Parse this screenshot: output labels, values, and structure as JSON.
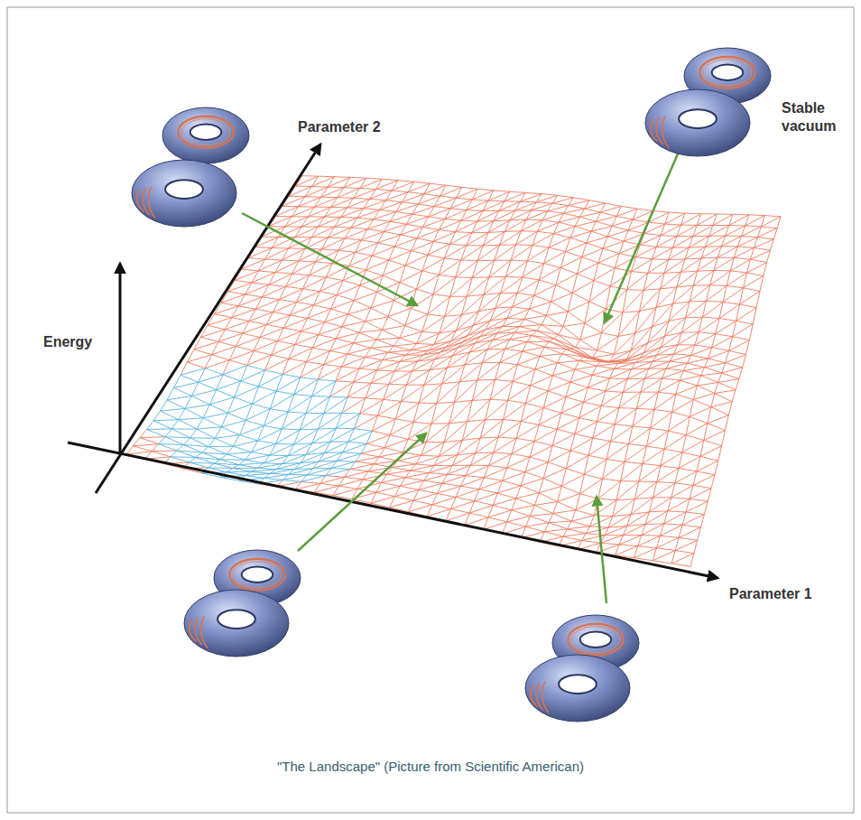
{
  "diagram": {
    "caption": "\"The Landscape\" (Picture from Scientific American)",
    "labels": [
      "Parameter 2",
      "Energy",
      "Parameter 1",
      "Stable vacuum"
    ]
  }
}
